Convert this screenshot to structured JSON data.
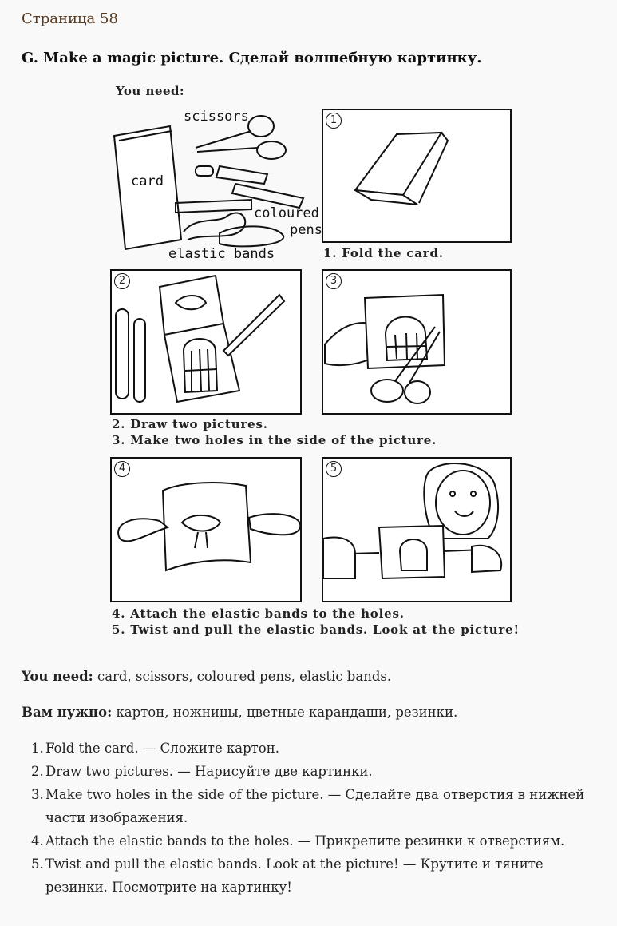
{
  "page_label": "Страница 58",
  "heading": "G. Make a magic picture. Сделай волшебную картинку.",
  "figure": {
    "you_need_label": "You need:",
    "supplies_labels": {
      "scissors": "scissors",
      "card": "card",
      "coloured": "coloured",
      "pens": "pens",
      "elastic_bands": "elastic bands"
    },
    "panel_numbers": [
      "1",
      "2",
      "3",
      "4",
      "5"
    ],
    "captions": [
      "1. Fold the card.",
      "2. Draw two pictures.",
      "3. Make two holes in the side of the picture.",
      "4. Attach the elastic bands to the holes.",
      "5. Twist and pull the elastic bands. Look at the picture!"
    ]
  },
  "you_need": {
    "label": "You need:",
    "text": " card, scissors, coloured pens, elastic bands."
  },
  "vam_nuzhno": {
    "label": "Вам нужно:",
    "text": " картон, ножницы, цветные карандаши, резинки."
  },
  "steps": [
    {
      "num": "1",
      "text": "Fold the card. — Сложите картон."
    },
    {
      "num": "2",
      "text": "Draw two pictures. — Нарисуйте две картинки."
    },
    {
      "num": "3",
      "text": "Make two holes in the side of the picture. — Сделайте два отверстия в нижней части изображения."
    },
    {
      "num": "4",
      "text": "Attach the elastic bands to the holes. — Прикрепите резинки к отверстиям."
    },
    {
      "num": "5",
      "text": "Twist and pull the elastic bands. Look at the picture! — Крутите и тяните резинки. Посмотрите на картинку!"
    }
  ]
}
